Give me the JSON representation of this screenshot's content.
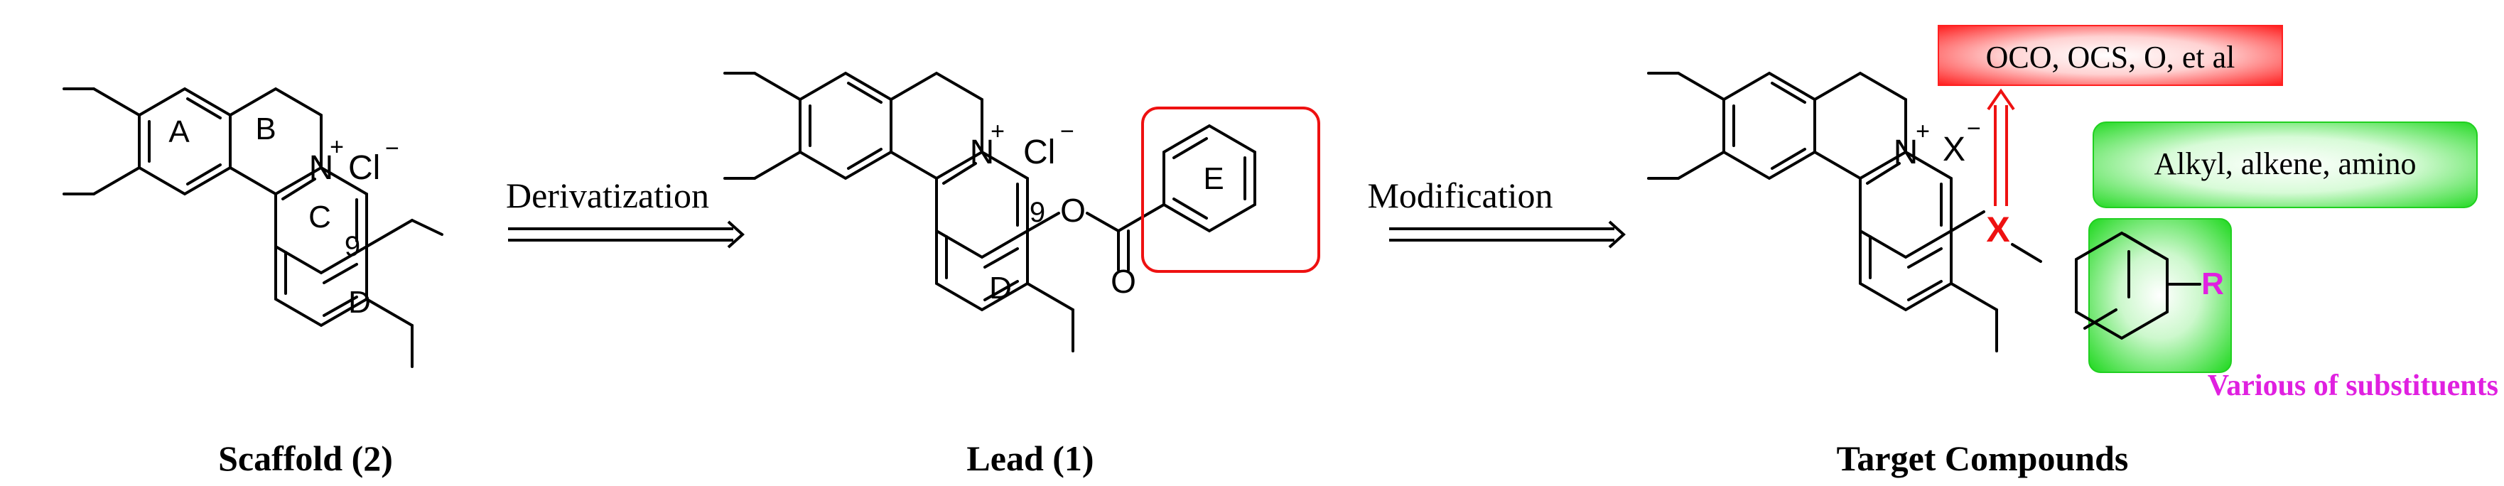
{
  "scaffold": {
    "caption": "Scaffold (2)",
    "ring_labels": {
      "a": "A",
      "b": "B",
      "c": "C",
      "d": "D"
    },
    "nitrogen": "N",
    "plus": "+",
    "counterion": "Cl",
    "minus": "−",
    "position": "9"
  },
  "lead": {
    "caption": "Lead (1)",
    "ring_labels": {
      "d": "D",
      "e": "E"
    },
    "nitrogen": "N",
    "plus": "+",
    "counterion": "Cl",
    "minus": "−",
    "position": "9",
    "ester_o": "O",
    "carbonyl_o": "O"
  },
  "target": {
    "caption": "Target Compounds",
    "nitrogen": "N",
    "plus": "+",
    "counterion": "X",
    "minus": "−",
    "linker": "X",
    "substituent": "R"
  },
  "arrows": {
    "derivatization": "Derivatization",
    "modification": "Modification"
  },
  "boxes": {
    "linker_options": "OCO, OCS, O, et al",
    "alkyl_options": "Alkyl, alkene, amino",
    "various_label": "Various of substituents"
  },
  "colors": {
    "red_box": "#ff2a2a",
    "green_box": "#22e022",
    "red_accent": "#ee1111",
    "magenta": "#e020e0",
    "ink": "#000000"
  }
}
